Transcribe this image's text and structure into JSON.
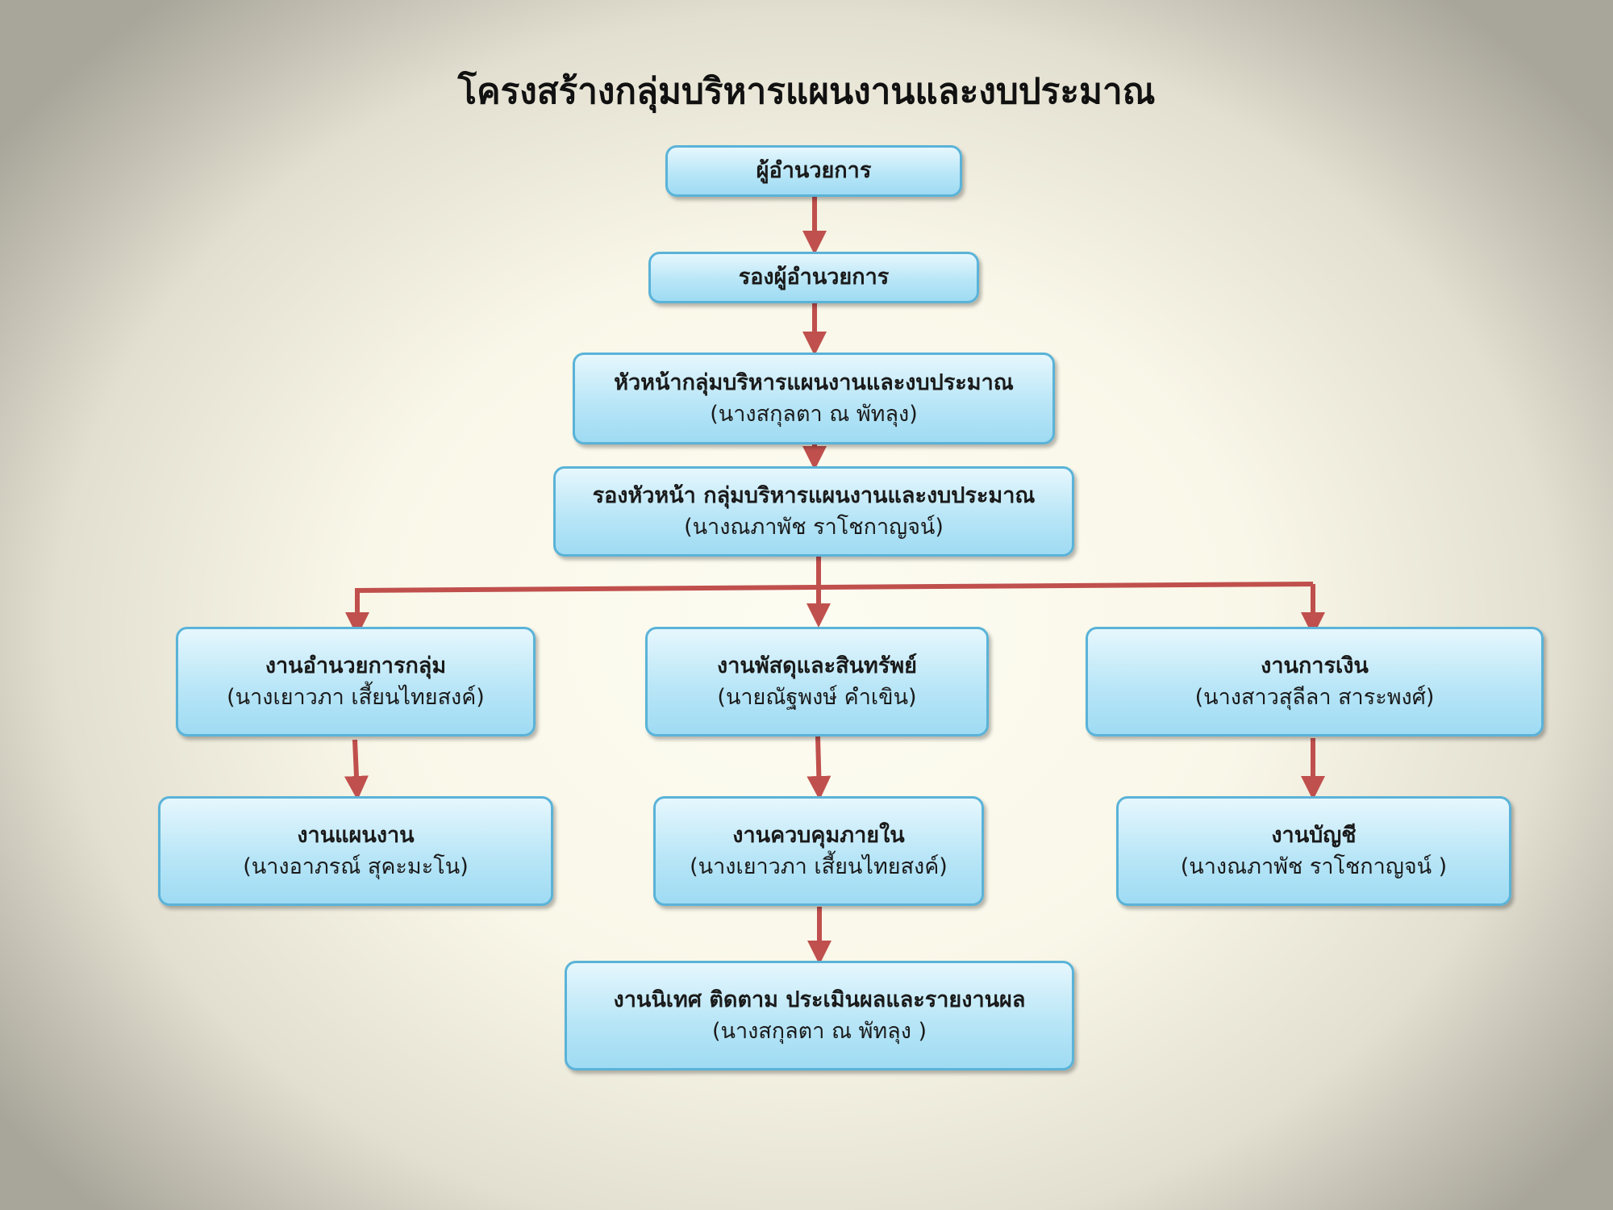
{
  "title": "โครงสร้างกลุ่มบริหารแผนงานและงบประมาณ",
  "nodes": {
    "director": {
      "title": "ผู้อำนวยการ"
    },
    "deputy_director": {
      "title": "รองผู้อำนวยการ"
    },
    "head": {
      "title": "หัวหน้ากลุ่มบริหารแผนงานและงบประมาณ",
      "person": "(นางสกุลตา  ณ พัทลุง)"
    },
    "deputy_head": {
      "title": "รองหัวหน้า กลุ่มบริหารแผนงานและงบประมาณ",
      "person": "(นางณภาพัช  ราโชกาญจน์)"
    },
    "general_admin": {
      "title": "งานอำนวยการกลุ่ม",
      "person": "(นางเยาวภา  เสี้ยนไทยสงค์)"
    },
    "supplies": {
      "title": "งานพัสดุและสินทรัพย์",
      "person": "(นายณัฐพงษ์  คำเขิน)"
    },
    "finance": {
      "title": "งานการเงิน",
      "person": "(นางสาวสุลีลา  สาระพงศ์)"
    },
    "planning": {
      "title": "งานแผนงาน",
      "person": "(นางอาภรณ์  สุคะมะโน)"
    },
    "internal_control": {
      "title": "งานควบคุมภายใน",
      "person": "(นางเยาวภา เสี้ยนไทยสงค์)"
    },
    "accounting": {
      "title": "งานบัญชี",
      "person": "(นางณภาพัช  ราโชกาญจน์ )"
    },
    "supervision": {
      "title": "งานนิเทศ ติดตาม ประเมินผลและรายงานผล",
      "person": "(นางสกุลตา ณ พัทลุง )"
    }
  },
  "colors": {
    "arrow": "#c0504d",
    "box_border": "#5ab3d8",
    "box_fill": "#b9e6f7"
  }
}
